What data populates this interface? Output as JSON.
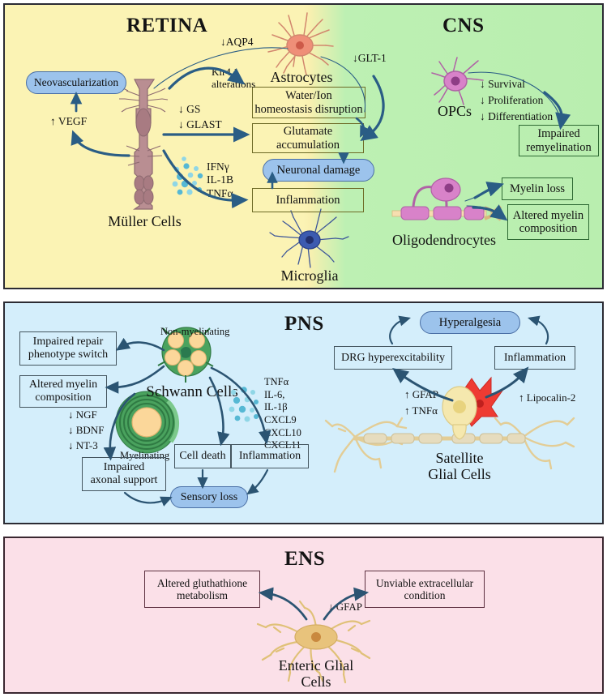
{
  "panels": {
    "retina": {
      "title": "RETINA"
    },
    "cns": {
      "title": "CNS"
    },
    "pns": {
      "title": "PNS"
    },
    "ens": {
      "title": "ENS"
    }
  },
  "retina": {
    "cell_label": "Müller Cells",
    "neovascularization": "Neovascularization",
    "vegf": "↑ VEGF",
    "gs": "↓ GS",
    "glast": "↓ GLAST",
    "kir41": "Kir4.1\nalterations",
    "cytokines": "IFNγ\nIL-1B\nTNFα",
    "astrocytes_label": "Astrocytes",
    "aqp4": "↓AQP4",
    "glt1": "↓GLT-1",
    "microglia_label": "Microglia",
    "boxes": {
      "water_ion": "Water/Ion\nhomeostasis disruption",
      "glutamate": "Glutamate\naccumulation",
      "neuronal_damage": "Neuronal damage",
      "inflammation": "Inflammation"
    }
  },
  "cns": {
    "opcs_label": "OPCs",
    "opc_effects": [
      "↓ Survival",
      "↓ Proliferation",
      "↓ Differentiation"
    ],
    "impaired_remyelination": "Impaired\nremyelination",
    "oligodendrocytes_label": "Oligodendrocytes",
    "myelin_loss": "Myelin loss",
    "altered_myelin": "Altered myelin\ncomposition"
  },
  "pns": {
    "schwann_label": "Schwann Cells",
    "non_myelinating": "Non-myelinating",
    "myelinating": "Myelinating",
    "impaired_repair": "Impaired repair\nphenotype switch",
    "altered_myelin": "Altered myelin\ncomposition",
    "neurotrophins": [
      "↓ NGF",
      "↓ BDNF",
      "↓ NT-3"
    ],
    "impaired_axonal": "Impaired\naxonal support",
    "cell_death": "Cell death",
    "inflammation": "Inflammation",
    "sensory_loss": "Sensory loss",
    "cytokines": "TNFα\nIL-6,\nIL-1β\nCXCL9\nCXCL10\nCXCL11",
    "satellite_label": "Satellite\nGlial Cells",
    "hyperalgesia": "Hyperalgesia",
    "drg": "DRG hyperexcitability",
    "inflammation_r": "Inflammation",
    "gfap": "↑ GFAP",
    "tnfa": "↑ TNFα",
    "lipocalin": "↑ Lipocalin-2"
  },
  "ens": {
    "altered_glutathione": "Altered gluthathione\nmetabolism",
    "unviable": "Unviable extracellular\ncondition",
    "gfap": "↓ GFAP",
    "cell_label": "Enteric Glial\nCells"
  },
  "colors": {
    "retina_bg": "#fbf3b4",
    "cns_bg": "#b9eeaf",
    "pns_bg": "#d4eefb",
    "ens_bg": "#fbe0e8",
    "accent_pill": "#9cc3ec",
    "arrow": "#2a5d85",
    "astrocyte": "#ef8f78",
    "microglia": "#2f4f9e",
    "opc": "#cc74bb",
    "schwann": "#3f9e52",
    "satellite": "#efd99a"
  }
}
